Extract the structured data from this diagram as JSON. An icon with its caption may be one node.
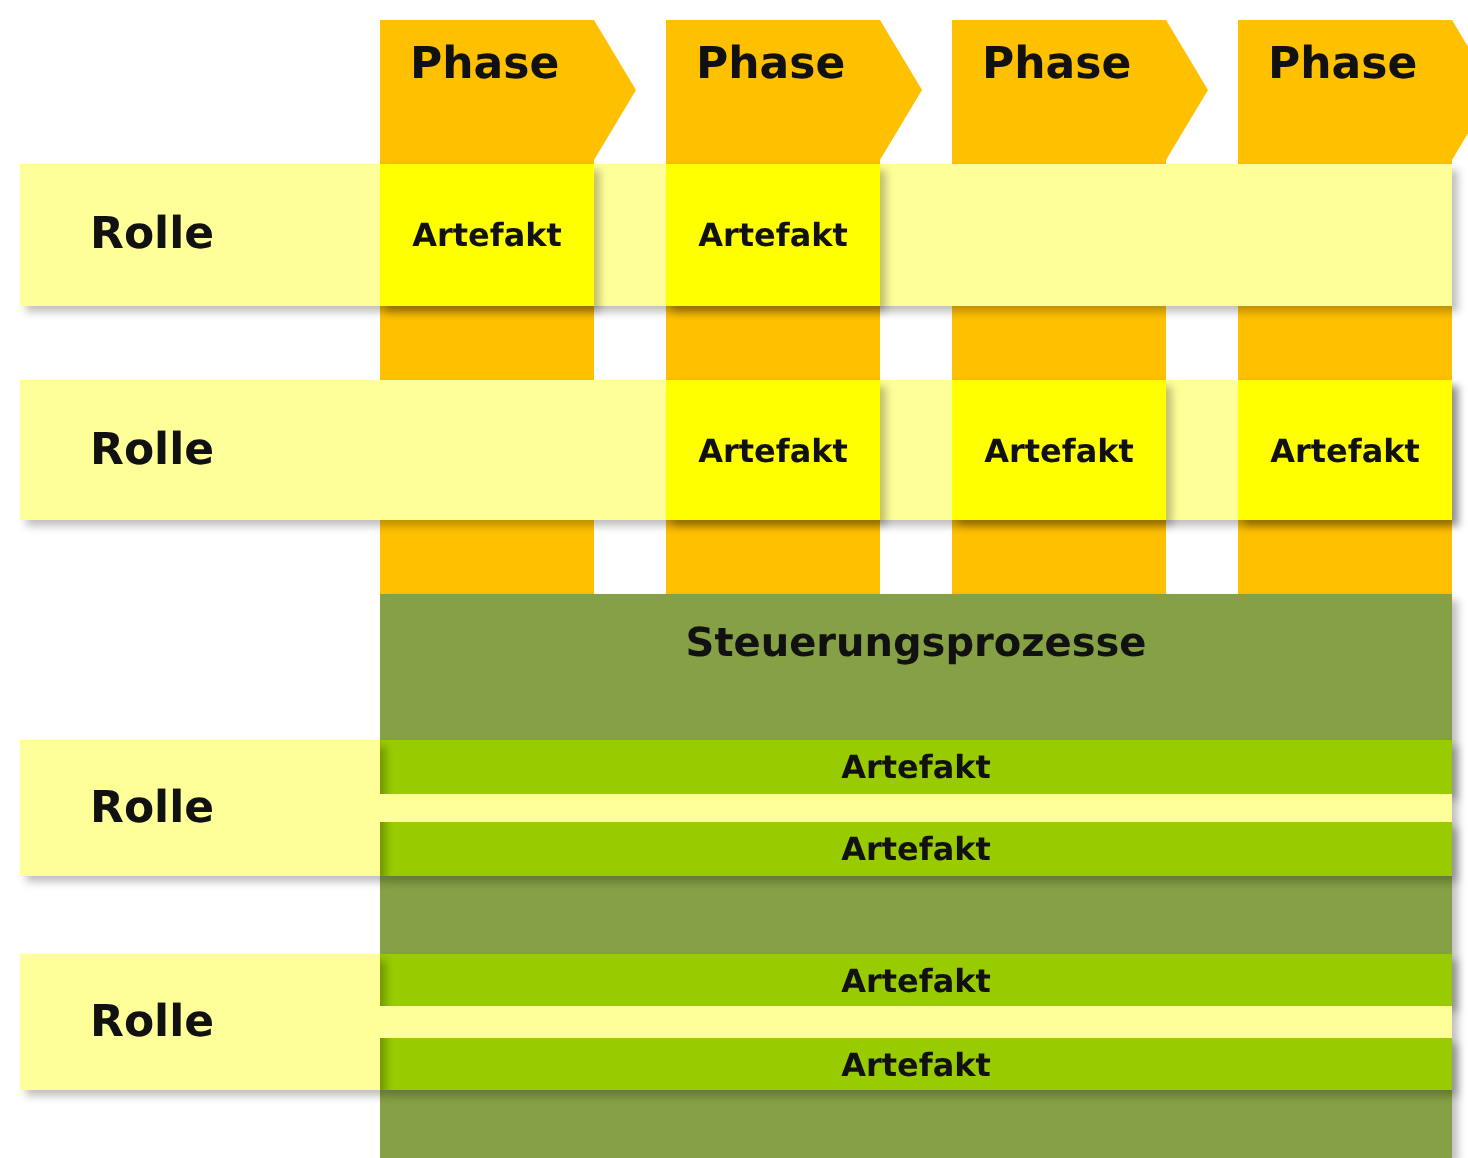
{
  "diagram": {
    "nodes": [
      {
        "text": [
          "Phase"
        ]
      },
      {
        "text": [
          "Phase"
        ]
      },
      {
        "text": [
          "Phase"
        ]
      },
      {
        "text": [
          "Phase"
        ]
      },
      {
        "text": [
          "Rolle"
        ]
      },
      {
        "text": [
          "Artefakt"
        ],
        "in": 4
      },
      {
        "text": [
          "Artefakt"
        ],
        "in": 4
      },
      {
        "text": [
          "Rolle"
        ]
      },
      {
        "text": [
          "Artefakt"
        ],
        "in": 7
      },
      {
        "text": [
          "Artefakt"
        ],
        "in": 7
      },
      {
        "text": [
          "Artefakt"
        ],
        "in": 7
      },
      {
        "text": [
          "Steuerungsprozesse"
        ]
      },
      {
        "text": [
          "Rolle"
        ]
      },
      {
        "text": [
          "Artefakt"
        ],
        "in": 11
      },
      {
        "text": [
          "Artefakt"
        ],
        "in": 11
      },
      {
        "text": [
          "Rolle"
        ]
      },
      {
        "text": [
          "Artefakt"
        ],
        "in": 11
      },
      {
        "text": [
          "Artefakt"
        ],
        "in": 11
      }
    ]
  }
}
